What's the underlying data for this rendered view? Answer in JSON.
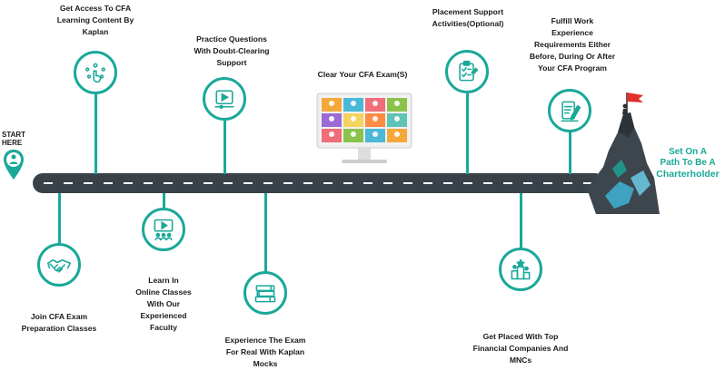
{
  "start": {
    "label": "START\nHERE"
  },
  "goal": {
    "line1": "Set On A\nPath To Be A",
    "line2": "Charterholder"
  },
  "steps_top": [
    {
      "label": "Get Access To CFA\nLearning Content By\nKaplan",
      "icon": "touch-hand-network-icon"
    },
    {
      "label": "Practice Questions\nWith Doubt-Clearing\nSupport",
      "icon": "video-player-icon"
    },
    {
      "label": "Clear Your CFA Exam(S)",
      "icon": "monitor-video-grid-icon"
    },
    {
      "label": "Placement Support\nActivities(Optional)",
      "icon": "clipboard-checklist-icon"
    },
    {
      "label": "Fulfill Work\nExperience\nRequirements Either\nBefore, During Or After\nYour CFA Program",
      "icon": "document-pen-icon"
    }
  ],
  "steps_bottom": [
    {
      "label": "Join CFA Exam\nPreparation Classes",
      "icon": "handshake-icon"
    },
    {
      "label": "Learn In\nOnline Classes\nWith Our\nExperienced\nFaculty",
      "icon": "online-class-icon"
    },
    {
      "label": "Experience The Exam\nFor Real With Kaplan\nMocks",
      "icon": "stack-of-books-icon"
    },
    {
      "label": "Get Placed With Top\nFinancial Companies And\nMNCs",
      "icon": "podium-stars-icon"
    }
  ],
  "colors": {
    "accent": "#1aa899",
    "road": "#3a4249",
    "mountain": "#3e464d",
    "flag": "#e0312b"
  }
}
